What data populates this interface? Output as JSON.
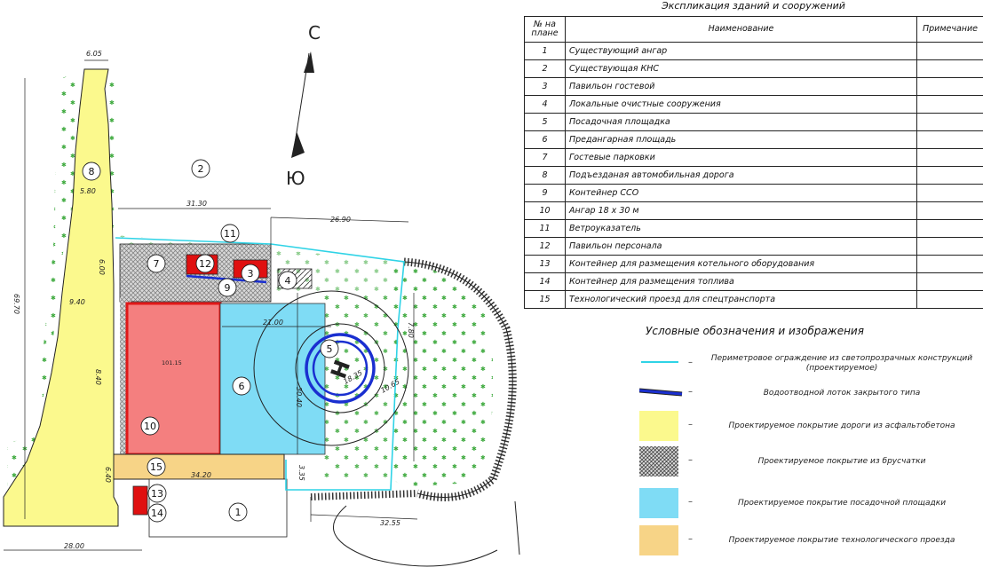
{
  "explication": {
    "title": "Экспликация зданий и сооружений",
    "headers": {
      "num": "№ на плане",
      "name": "Наименование",
      "note": "Примечание"
    },
    "rows": [
      {
        "num": "1",
        "name": "Существующий ангар",
        "note": ""
      },
      {
        "num": "2",
        "name": "Существующая КНС",
        "note": ""
      },
      {
        "num": "3",
        "name": "Павильон гостевой",
        "note": ""
      },
      {
        "num": "4",
        "name": "Локальные очистные сооружения",
        "note": ""
      },
      {
        "num": "5",
        "name": "Посадочная площадка",
        "note": ""
      },
      {
        "num": "6",
        "name": "Предангарная площадь",
        "note": ""
      },
      {
        "num": "7",
        "name": "Гостевые парковки",
        "note": ""
      },
      {
        "num": "8",
        "name": "Подъезданая автомобильная дорога",
        "note": ""
      },
      {
        "num": "9",
        "name": "Контейнер ССО",
        "note": ""
      },
      {
        "num": "10",
        "name": "Ангар 18 х 30 м",
        "note": ""
      },
      {
        "num": "11",
        "name": "Ветроуказатель",
        "note": ""
      },
      {
        "num": "12",
        "name": "Павильон персонала",
        "note": ""
      },
      {
        "num": "13",
        "name": "Контейнер для размещения котельного оборудования",
        "note": ""
      },
      {
        "num": "14",
        "name": "Контейнер для размещения топлива",
        "note": ""
      },
      {
        "num": "15",
        "name": "Технологический проезд для спецтранспорта",
        "note": ""
      }
    ]
  },
  "legend": {
    "title": "Условные обозначения и изображения",
    "dash": "–",
    "items": [
      {
        "id": "fence",
        "text": "Периметровое ограждение из светопрозрачных конструкций (проектируемое)",
        "color": "#2fd3e6"
      },
      {
        "id": "tray",
        "text": "Водоотводной лоток закрытого типа",
        "color": "#1a2fd0"
      },
      {
        "id": "asphalt",
        "text": "Проектируемое покрытие дороги из асфальтобетона",
        "color": "#fbf98d"
      },
      {
        "id": "paving",
        "text": "Проектируемое покрытие из брусчатки",
        "color": "#b9b9b9"
      },
      {
        "id": "pad",
        "text": "Проектируемое покрытие посадочной площадки",
        "color": "#7fdcf5"
      },
      {
        "id": "tech",
        "text": "Проектируемое покрытие технологического проезда",
        "color": "#f7d487"
      }
    ]
  },
  "plan": {
    "north": "С",
    "south": "Ю",
    "helipad_letter": "Н",
    "elevation": "101.15",
    "markers": [
      "1",
      "2",
      "3",
      "4",
      "5",
      "6",
      "7",
      "8",
      "9",
      "10",
      "11",
      "12",
      "13",
      "14",
      "15"
    ],
    "dims": {
      "d605": "6.05",
      "d580": "5.80",
      "d6970": "69.70",
      "d940": "9.40",
      "d600": "6.00",
      "d840": "8.40",
      "d640": "6.40",
      "d2800": "28.00",
      "d3130": "31.30",
      "d2690": "26.90",
      "d2100": "21.00",
      "d3040": "30.40",
      "d3420": "34.20",
      "d3255": "32.55",
      "d780": "7.80",
      "d1065": "10.65",
      "d1835": "18.35",
      "d335": "3.35"
    },
    "colors": {
      "road": "#fbf98d",
      "hangar": "#f47f7f",
      "hangar_border": "#e01818",
      "apron": "#7fdcf5",
      "tech": "#f7d487",
      "red": "#e01010",
      "grass": "#3aa83a",
      "fence": "#2fd3e6",
      "tray": "#1a2fd0"
    }
  }
}
